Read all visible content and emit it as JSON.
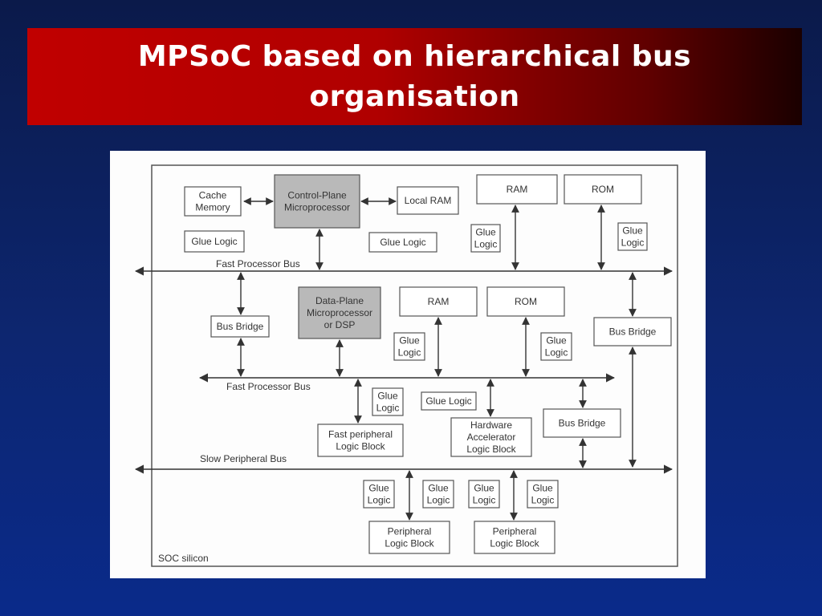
{
  "title": {
    "line1": "MPSoC based on hierarchical bus",
    "line2": "organisation"
  },
  "diagram": {
    "boxes": {
      "cache_memory": [
        "Cache",
        "Memory"
      ],
      "control_plane": [
        "Control-Plane",
        "Microprocessor"
      ],
      "local_ram": [
        "Local RAM"
      ],
      "ram_top": [
        "RAM"
      ],
      "rom_top": [
        "ROM"
      ],
      "glue_logic_left_top": [
        "Glue Logic"
      ],
      "glue_logic_mid_top": [
        "Glue Logic"
      ],
      "glue_ram_top": [
        "Glue",
        "Logic"
      ],
      "glue_rom_top": [
        "Glue",
        "Logic"
      ],
      "bus_bridge_left": [
        "Bus Bridge"
      ],
      "data_plane": [
        "Data-Plane",
        "Microprocessor",
        "or DSP"
      ],
      "ram_mid": [
        "RAM"
      ],
      "rom_mid": [
        "ROM"
      ],
      "glue_ram_mid": [
        "Glue",
        "Logic"
      ],
      "glue_rom_mid": [
        "Glue",
        "Logic"
      ],
      "bus_bridge_right": [
        "Bus Bridge"
      ],
      "glue_fast_periph": [
        "Glue",
        "Logic"
      ],
      "glue_logic_hw": [
        "Glue Logic"
      ],
      "fast_periph": [
        "Fast peripheral",
        "Logic Block"
      ],
      "hw_accel": [
        "Hardware",
        "Accelerator",
        "Logic Block"
      ],
      "bus_bridge_low": [
        "Bus Bridge"
      ],
      "glue_bottom_1": [
        "Glue",
        "Logic"
      ],
      "glue_bottom_2": [
        "Glue",
        "Logic"
      ],
      "glue_bottom_3": [
        "Glue",
        "Logic"
      ],
      "glue_bottom_4": [
        "Glue",
        "Logic"
      ],
      "periph_block_1": [
        "Peripheral",
        "Logic Block"
      ],
      "periph_block_2": [
        "Peripheral",
        "Logic Block"
      ]
    },
    "buses": {
      "fast_processor_bus_top": "Fast Processor Bus",
      "fast_processor_bus_mid": "Fast Processor Bus",
      "slow_peripheral_bus": "Slow Peripheral Bus"
    },
    "soc_label": "SOC silicon"
  }
}
